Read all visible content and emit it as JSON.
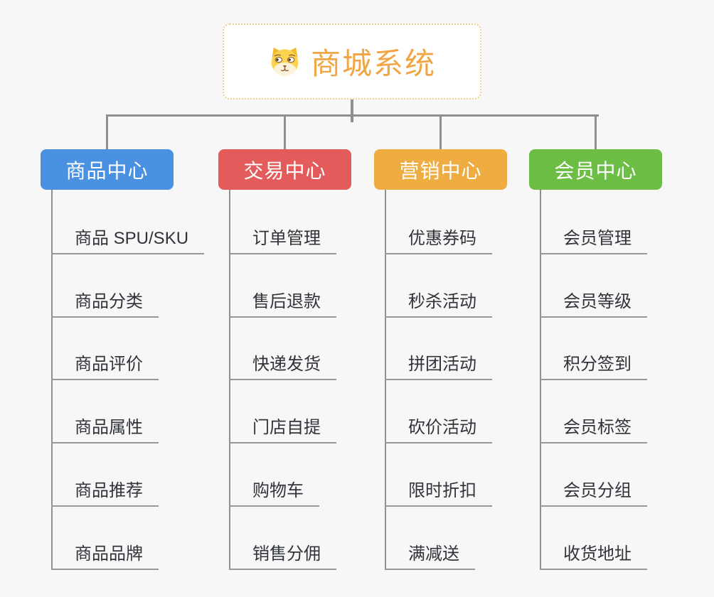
{
  "root": {
    "title": "商城系统",
    "icon": "dog-face-icon"
  },
  "branches": [
    {
      "id": "product-center",
      "label": "商品中心",
      "color": "#4B91E2",
      "children": [
        "商品 SPU/SKU",
        "商品分类",
        "商品评价",
        "商品属性",
        "商品推荐",
        "商品品牌"
      ]
    },
    {
      "id": "trade-center",
      "label": "交易中心",
      "color": "#E45B5B",
      "children": [
        "订单管理",
        "售后退款",
        "快递发货",
        "门店自提",
        "购物车",
        "销售分佣"
      ]
    },
    {
      "id": "marketing-center",
      "label": "营销中心",
      "color": "#EFAD41",
      "children": [
        "优惠券码",
        "秒杀活动",
        "拼团活动",
        "砍价活动",
        "限时折扣",
        "满减送"
      ]
    },
    {
      "id": "member-center",
      "label": "会员中心",
      "color": "#6CBE45",
      "children": [
        "会员管理",
        "会员等级",
        "积分签到",
        "会员标签",
        "会员分组",
        "收货地址"
      ]
    }
  ],
  "colors": {
    "root_accent": "#F0A644",
    "root_border": "#F3CE92",
    "connector": "#8F8F8F",
    "child_underline": "#95989C",
    "child_text": "#30343A",
    "canvas_background": "#F7F7F7"
  }
}
